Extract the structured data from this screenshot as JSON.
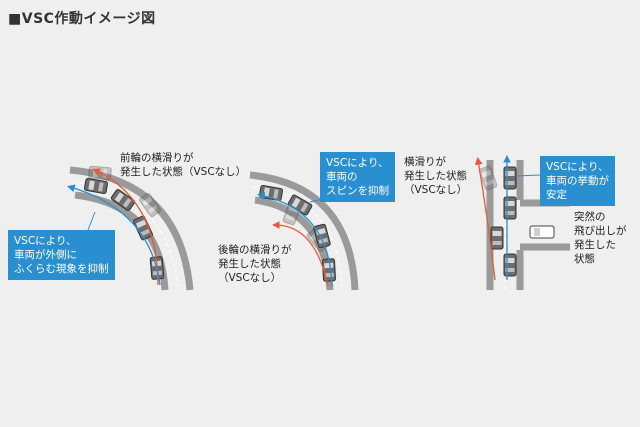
{
  "title": "■VSC作動イメージ図",
  "panel1": {
    "label": [
      "前輪の横滑りが",
      "発生した状態（VSCなし）"
    ],
    "box": [
      "VSCにより、",
      "車両が外側に",
      "ふくらむ現象を抑制"
    ]
  },
  "panel2": {
    "box": [
      "VSCにより、",
      "車両の",
      "スピンを抑制"
    ],
    "label_top": [
      "横滑りが",
      "発生した状態",
      "（VSCなし）"
    ],
    "label_bottom": [
      "後輪の横滑りが",
      "発生した状態",
      "（VSCなし）"
    ]
  },
  "panel3": {
    "box": [
      "VSCにより、",
      "車両の挙動が",
      "安定"
    ],
    "label": [
      "突然の",
      "飛び出しが",
      "発生した",
      "状態"
    ]
  },
  "colors": {
    "accent": "#2a8fd0",
    "arrow_red": "#e85a3a",
    "road": "#9a9a9a"
  }
}
